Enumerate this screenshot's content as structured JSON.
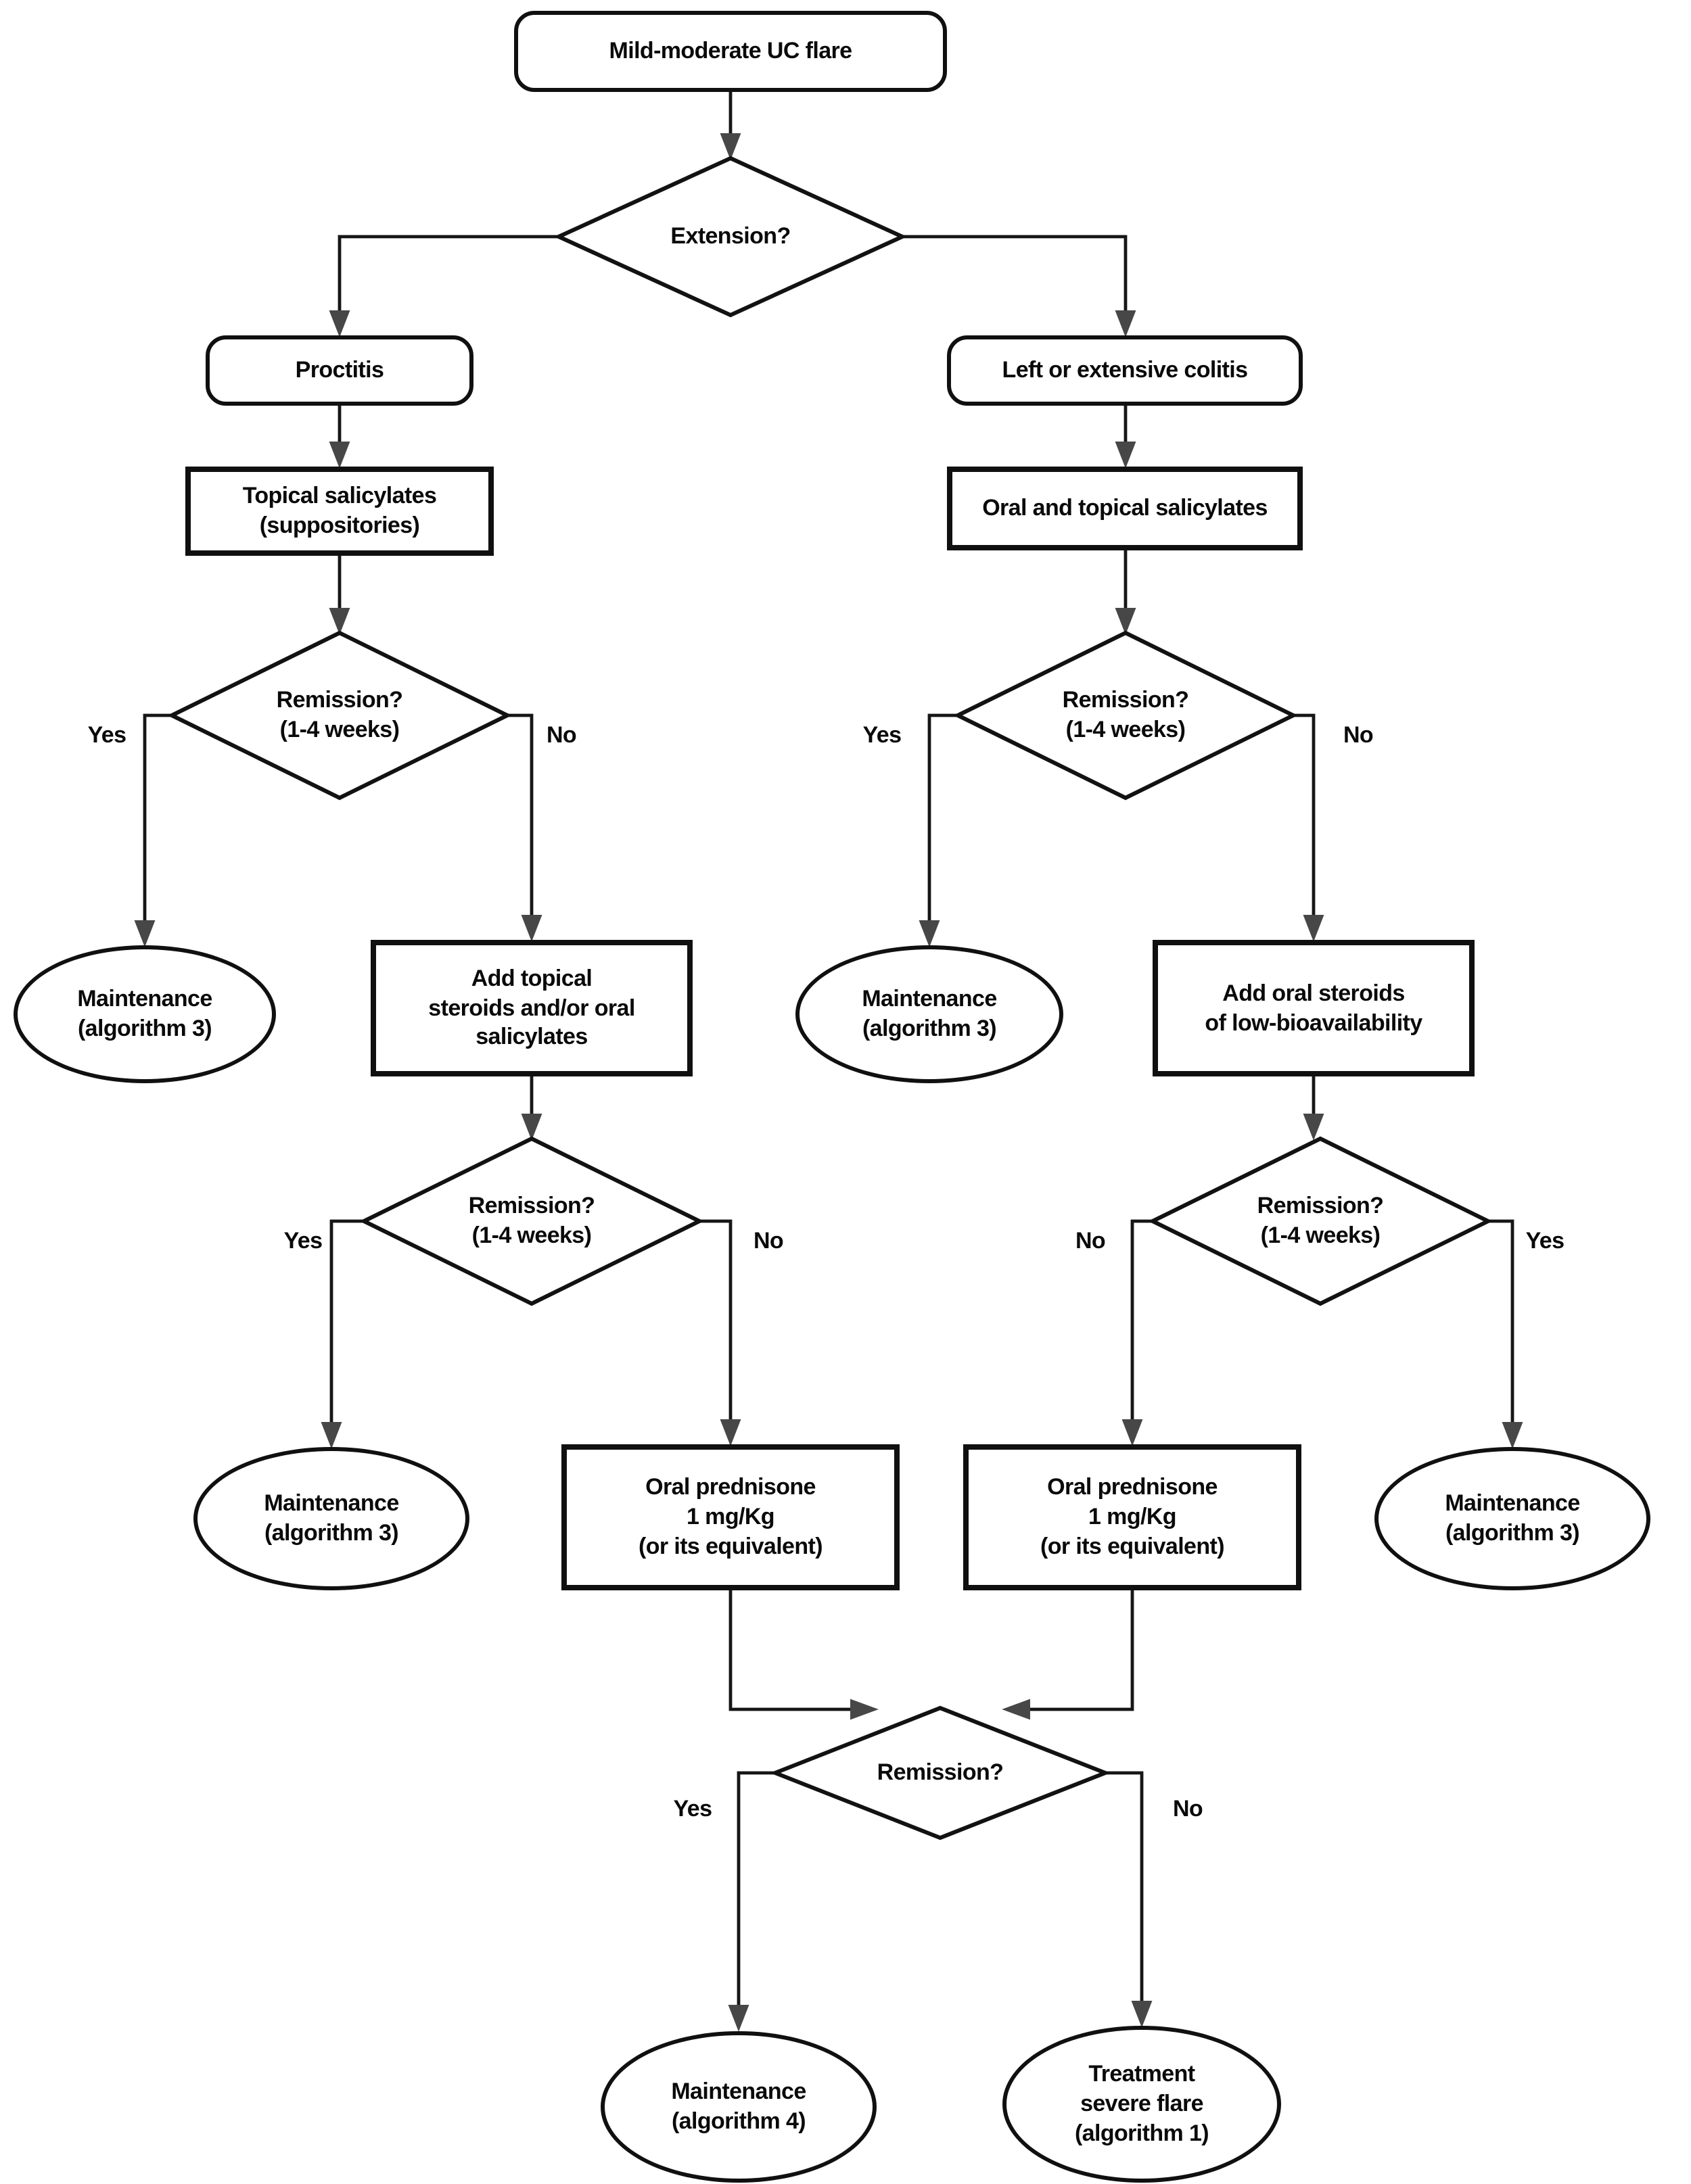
{
  "figure": {
    "type": "flowchart",
    "background_color": "#ffffff",
    "line_color": "#161616",
    "arrowhead_color": "#474747"
  },
  "nodes": {
    "start": {
      "type": "terminator",
      "label": "Mild-moderate UC flare"
    },
    "extension": {
      "type": "decision",
      "label": "Extension?"
    },
    "proctitis": {
      "type": "terminator",
      "label": "Proctitis"
    },
    "colitis": {
      "type": "terminator",
      "label": "Left or extensive colitis"
    },
    "topical": {
      "type": "process",
      "label": "Topical salicylates\n(suppositories)"
    },
    "oral_topical": {
      "type": "process",
      "label": "Oral and topical salicylates"
    },
    "rem_l1": {
      "type": "decision",
      "label": "Remission?\n(1-4 weeks)"
    },
    "rem_r1": {
      "type": "decision",
      "label": "Remission?\n(1-4 weeks)"
    },
    "m3_l1": {
      "type": "end",
      "label": "Maintenance\n(algorithm 3)"
    },
    "add_topical": {
      "type": "process",
      "label": "Add topical\nsteroids and/or oral\nsalicylates"
    },
    "m3_r1": {
      "type": "end",
      "label": "Maintenance\n(algorithm 3)"
    },
    "add_oral": {
      "type": "process",
      "label": "Add oral steroids\nof low-bioavailability"
    },
    "rem_l2": {
      "type": "decision",
      "label": "Remission?\n(1-4 weeks)"
    },
    "rem_r2": {
      "type": "decision",
      "label": "Remission?\n(1-4 weeks)"
    },
    "m3_l2": {
      "type": "end",
      "label": "Maintenance\n(algorithm 3)"
    },
    "prednisone_l": {
      "type": "process",
      "label": "Oral prednisone\n1 mg/Kg\n(or its equivalent)"
    },
    "prednisone_r": {
      "type": "process",
      "label": "Oral prednisone\n1 mg/Kg\n(or its equivalent)"
    },
    "m3_r2": {
      "type": "end",
      "label": "Maintenance\n(algorithm 3)"
    },
    "rem_final": {
      "type": "decision",
      "label": "Remission?"
    },
    "m4": {
      "type": "end",
      "label": "Maintenance\n(algorithm 4)"
    },
    "severe": {
      "type": "end",
      "label": "Treatment\nsevere flare\n(algorithm 1)"
    }
  },
  "edge_labels": {
    "l1_yes": "Yes",
    "l1_no": "No",
    "r1_yes": "Yes",
    "r1_no": "No",
    "l2_yes": "Yes",
    "l2_no": "No",
    "r2_no": "No",
    "r2_yes": "Yes",
    "final_yes": "Yes",
    "final_no": "No"
  }
}
